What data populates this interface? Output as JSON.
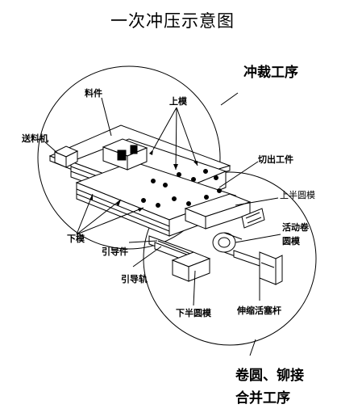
{
  "title": "一次冲压示意图",
  "process_labels": {
    "punching": "冲裁工序",
    "rolling_line1": "卷圆、铆接",
    "rolling_line2": "合并工序"
  },
  "part_labels": {
    "material": "料件",
    "upper_die": "上模",
    "feeder": "送料机",
    "cut_out": "切出工件",
    "upper_half_die": "上半圆模",
    "lower_die": "下模",
    "active_roll_1": "活动卷",
    "active_roll_2": "圆模",
    "guide_part": "引导件",
    "guide_rail": "引导轨",
    "lower_half_die": "下半圆模",
    "rod": "伸缩活塞杆"
  }
}
